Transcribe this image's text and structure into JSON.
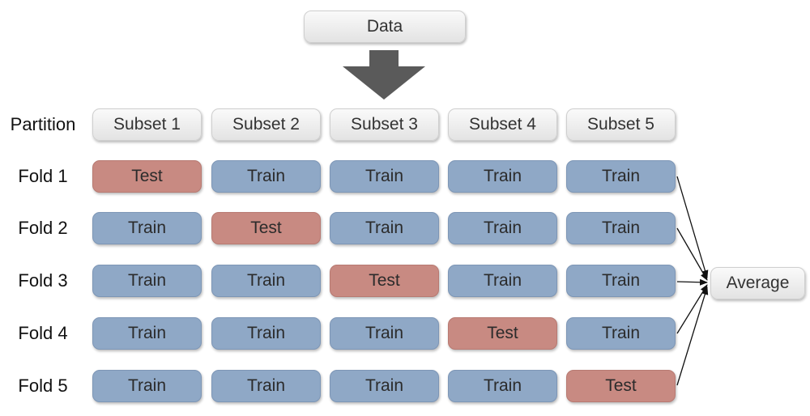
{
  "data_label": "Data",
  "partition_label": "Partition",
  "subsets": [
    "Subset 1",
    "Subset 2",
    "Subset 3",
    "Subset 4",
    "Subset 5"
  ],
  "folds": [
    {
      "label": "Fold 1",
      "cells": [
        "Test",
        "Train",
        "Train",
        "Train",
        "Train"
      ]
    },
    {
      "label": "Fold 2",
      "cells": [
        "Train",
        "Test",
        "Train",
        "Train",
        "Train"
      ]
    },
    {
      "label": "Fold 3",
      "cells": [
        "Train",
        "Train",
        "Test",
        "Train",
        "Train"
      ]
    },
    {
      "label": "Fold 4",
      "cells": [
        "Train",
        "Train",
        "Train",
        "Test",
        "Train"
      ]
    },
    {
      "label": "Fold 5",
      "cells": [
        "Train",
        "Train",
        "Train",
        "Train",
        "Test"
      ]
    }
  ],
  "average_label": "Average",
  "colors": {
    "train": "#8fa8c6",
    "test": "#c88a82",
    "arrow": "#5a5a5a"
  }
}
